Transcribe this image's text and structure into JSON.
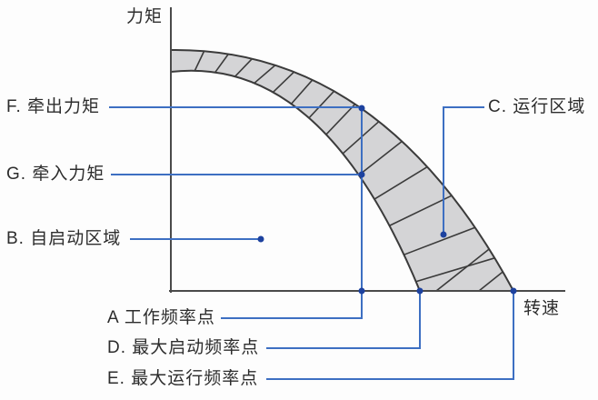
{
  "diagram": {
    "y_axis_label": "力矩",
    "x_axis_label": "转速",
    "labels": {
      "pull_out_torque": "F. 牵出力矩",
      "pull_in_torque": "G. 牵入力矩",
      "self_start_region": "B. 自启动区域",
      "operating_region": "C. 运行区域",
      "working_frequency_point": "A 工作频率点",
      "max_start_frequency_point": "D. 最大启动频率点",
      "max_run_frequency_point": "E. 最大运行频率点"
    },
    "colors": {
      "annotation_line": "#3d6fc2",
      "annotation_dot": "#1d429f",
      "curve_stroke": "#3b3b3b",
      "band_fill": "#d4d4d6",
      "axis": "#4a4a4a",
      "text": "#2d2d2d",
      "background": "#fdfdfd"
    }
  }
}
